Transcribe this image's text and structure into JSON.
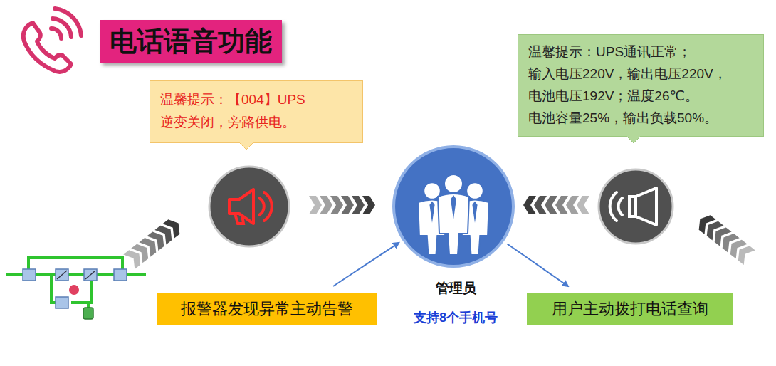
{
  "diagram": {
    "title": "电话语音功能",
    "nodes": [
      {
        "text": [
          "温馨提示：【004】UPS 逆变关闭，旁路供电。"
        ]
      },
      {
        "text": [
          "温馨提示：UPS通讯正常； 输入电压220V，输出电压220V， 电池电压192V；温度26℃。 电池容量25%，输出负载50%。"
        ]
      },
      {
        "text": [
          "管理员",
          "支持8个手机号"
        ]
      },
      {
        "text": [
          "报警器发现异常主动告警"
        ]
      },
      {
        "text": [
          "用户主动拨打电话查询"
        ]
      }
    ],
    "edges": [
      {
        "from": 3,
        "to": 2,
        "arrow": "to"
      },
      {
        "from": 2,
        "to": 4,
        "arrow": "to"
      }
    ]
  }
}
